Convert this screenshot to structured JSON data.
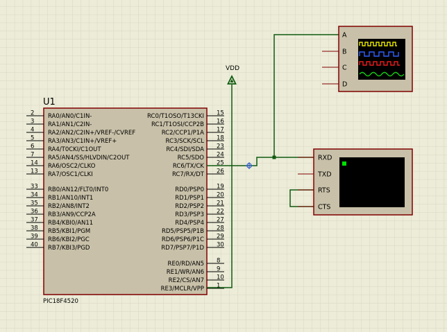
{
  "component": {
    "ref": "U1",
    "part": "PIC18F4520",
    "left_pins": [
      {
        "num": "2",
        "label": "RA0/AN0/C1IN-"
      },
      {
        "num": "3",
        "label": "RA1/AN1/C2IN-"
      },
      {
        "num": "4",
        "label": "RA2/AN2/C2IN+/VREF-/CVREF"
      },
      {
        "num": "5",
        "label": "RA3/AN3/C1IN+/VREF+"
      },
      {
        "num": "6",
        "label": "RA4/T0CKI/C1OUT"
      },
      {
        "num": "7",
        "label": "RA5/AN4/SS/HLVDIN/C2OUT"
      },
      {
        "num": "14",
        "label": "RA6/OSC2/CLKO"
      },
      {
        "num": "13",
        "label": "RA7/OSC1/CLKI"
      },
      {
        "num": "33",
        "label": "RB0/AN12/FLT0/INT0"
      },
      {
        "num": "34",
        "label": "RB1/AN10/INT1"
      },
      {
        "num": "35",
        "label": "RB2/AN8/INT2"
      },
      {
        "num": "36",
        "label": "RB3/AN9/CCP2A"
      },
      {
        "num": "37",
        "label": "RB4/KBI0/AN11"
      },
      {
        "num": "38",
        "label": "RB5/KBI1/PGM"
      },
      {
        "num": "39",
        "label": "RB6/KBI2/PGC"
      },
      {
        "num": "40",
        "label": "RB7/KBI3/PGD"
      }
    ],
    "right_pins": [
      {
        "num": "15",
        "label": "RC0/T1OSO/T13CKI"
      },
      {
        "num": "16",
        "label": "RC1/T1OSI/CCP2B"
      },
      {
        "num": "17",
        "label": "RC2/CCP1/P1A"
      },
      {
        "num": "18",
        "label": "RC3/SCK/SCL"
      },
      {
        "num": "23",
        "label": "RC4/SDI/SDA"
      },
      {
        "num": "24",
        "label": "RC5/SDO"
      },
      {
        "num": "25",
        "label": "RC6/TX/CK"
      },
      {
        "num": "26",
        "label": "RC7/RX/DT"
      },
      {
        "num": "19",
        "label": "RD0/PSP0"
      },
      {
        "num": "20",
        "label": "RD1/PSP1"
      },
      {
        "num": "21",
        "label": "RD2/PSP2"
      },
      {
        "num": "22",
        "label": "RD3/PSP3"
      },
      {
        "num": "27",
        "label": "RD4/PSP4"
      },
      {
        "num": "28",
        "label": "RD5/PSP5/P1B"
      },
      {
        "num": "29",
        "label": "RD6/PSP6/P1C"
      },
      {
        "num": "30",
        "label": "RD7/PSP7/P1D"
      },
      {
        "num": "8",
        "label": "RE0/RD/AN5"
      },
      {
        "num": "9",
        "label": "RE1/WR/AN6"
      },
      {
        "num": "10",
        "label": "RE2/CS/AN7"
      },
      {
        "num": "1",
        "label": "RE3/MCLR/VPP"
      }
    ]
  },
  "power": {
    "label": "VDD"
  },
  "oscilloscope": {
    "channels": [
      "A",
      "B",
      "C",
      "D"
    ]
  },
  "terminal": {
    "pins": [
      "RXD",
      "TXD",
      "RTS",
      "CTS"
    ]
  },
  "colors": {
    "background": "#ececd8",
    "grid": "#d4d4c2",
    "component_body": "#c8c0a8",
    "outline": "#800000",
    "wire": "#0f5a0f",
    "screen": "#000000"
  }
}
